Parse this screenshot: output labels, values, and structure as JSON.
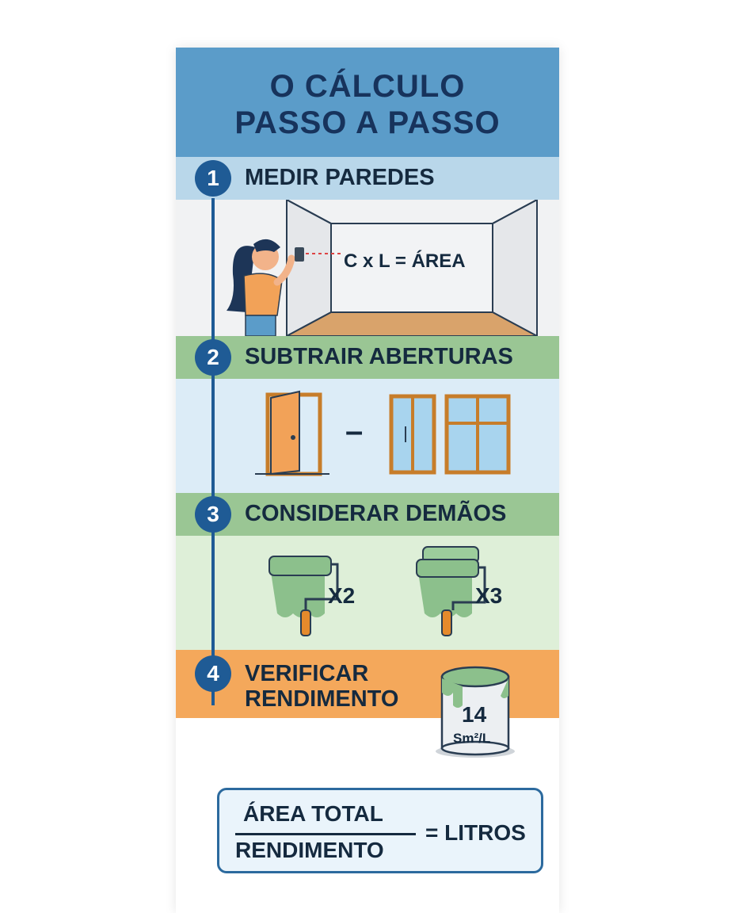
{
  "title": {
    "line1": "O CÁLCULO",
    "line2": "PASSO A PASSO"
  },
  "steps": [
    {
      "number": "1",
      "label": "MEDIR PAREDES",
      "illustration_text": "C x L = ÁREA"
    },
    {
      "number": "2",
      "label": "SUBTRAIR ABERTURAS",
      "operator": "–"
    },
    {
      "number": "3",
      "label": "CONSIDERAR DEMÃOS",
      "multipliers": [
        "X2",
        "X3"
      ]
    },
    {
      "number": "4",
      "label_line1": "VERIFICAR",
      "label_line2": "RENDIMENTO",
      "can_value": "14",
      "can_unit": "Sm²/L"
    }
  ],
  "formula": {
    "numerator": "ÁREA TOTAL",
    "denominator": "RENDIMENTO",
    "result": "= LITROS"
  },
  "colors": {
    "header_bg": "#5b9cc9",
    "title_text": "#17335c",
    "badge": "#1f5b95",
    "step1_bar": "#b9d7ea",
    "step2_bar": "#9ac694",
    "step2_panel": "#dcecf7",
    "step3_bar": "#9ac694",
    "step3_panel": "#deefd8",
    "step4_bar": "#f4a85b",
    "orange": "#f2a258",
    "roller_green": "#8cc08c"
  }
}
